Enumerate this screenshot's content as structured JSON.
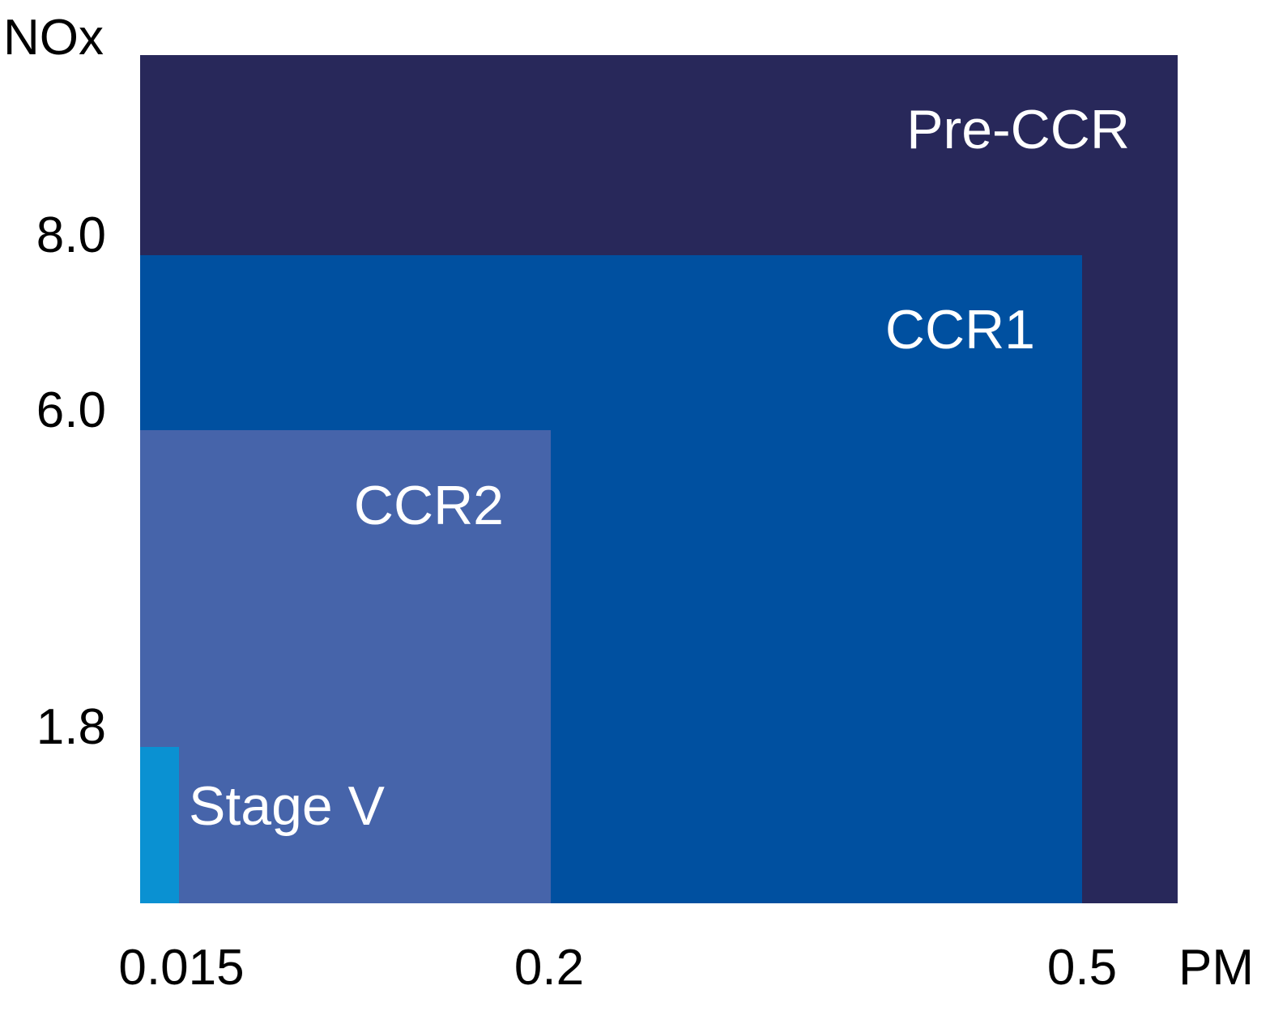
{
  "chart_data": {
    "type": "area",
    "xlabel": "PM",
    "ylabel": "NOx",
    "x_ticks": [
      "0.015",
      "0.2",
      "0.5"
    ],
    "y_ticks": [
      "1.8",
      "6.0",
      "8.0"
    ],
    "x_tick_values": [
      0.015,
      0.2,
      0.5
    ],
    "y_tick_values": [
      1.8,
      6.0,
      8.0
    ],
    "regions": [
      {
        "name": "Pre-CCR",
        "pm_limit": null,
        "nox_limit": null,
        "color": "#28285a"
      },
      {
        "name": "CCR1",
        "pm_limit": 0.5,
        "nox_limit": 8.0,
        "color": "#0050a0"
      },
      {
        "name": "CCR2",
        "pm_limit": 0.2,
        "nox_limit": 6.0,
        "color": "#4664aa"
      },
      {
        "name": "Stage V",
        "pm_limit": 0.015,
        "nox_limit": 1.8,
        "color": "#0a91d2"
      }
    ],
    "label_color": "#ffffff",
    "axis_text_color": "#000000",
    "grid": false
  }
}
